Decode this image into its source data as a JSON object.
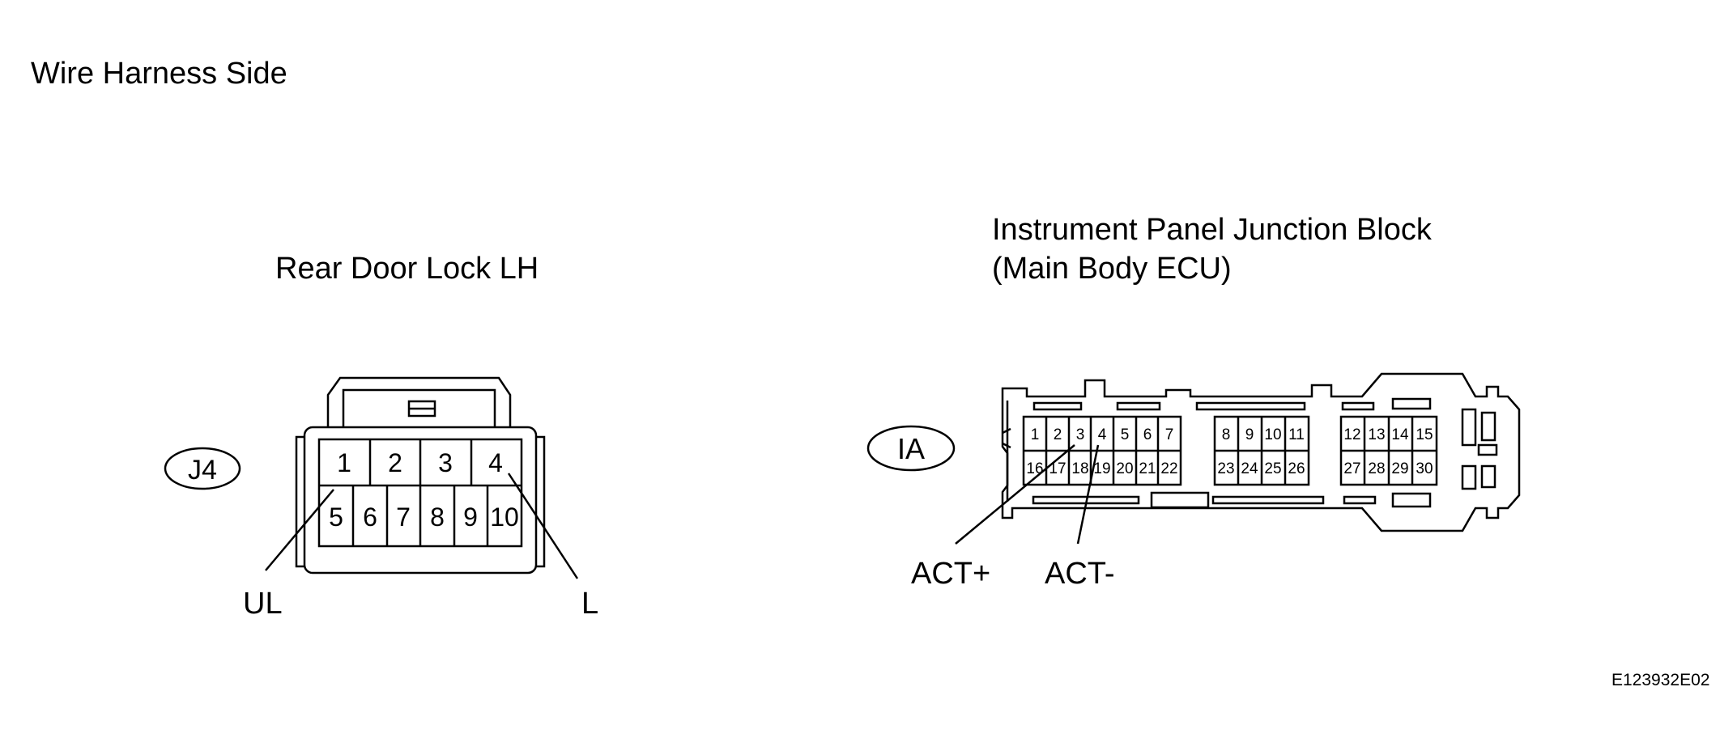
{
  "header": {
    "title": "Wire Harness Side"
  },
  "connector_left": {
    "name": "Rear Door Lock LH",
    "code": "J4",
    "pins_top": [
      "1",
      "2",
      "3",
      "4"
    ],
    "pins_bottom": [
      "5",
      "6",
      "7",
      "8",
      "9",
      "10"
    ],
    "labels": {
      "pin1": "UL",
      "pin4": "L"
    }
  },
  "connector_right": {
    "name_line1": "Instrument Panel Junction Block",
    "name_line2": "(Main Body ECU)",
    "code": "IA",
    "group1_top": [
      "1",
      "2",
      "3",
      "4",
      "5",
      "6",
      "7"
    ],
    "group1_bottom": [
      "16",
      "17",
      "18",
      "19",
      "20",
      "21",
      "22"
    ],
    "group2_top": [
      "8",
      "9",
      "10",
      "11"
    ],
    "group2_bottom": [
      "23",
      "24",
      "25",
      "26"
    ],
    "group3_top": [
      "12",
      "13",
      "14",
      "15"
    ],
    "group3_bottom": [
      "27",
      "28",
      "29",
      "30"
    ],
    "labels": {
      "pin3": "ACT+",
      "pin4": "ACT-"
    }
  },
  "footer": {
    "ref_code": "E123932E02"
  }
}
